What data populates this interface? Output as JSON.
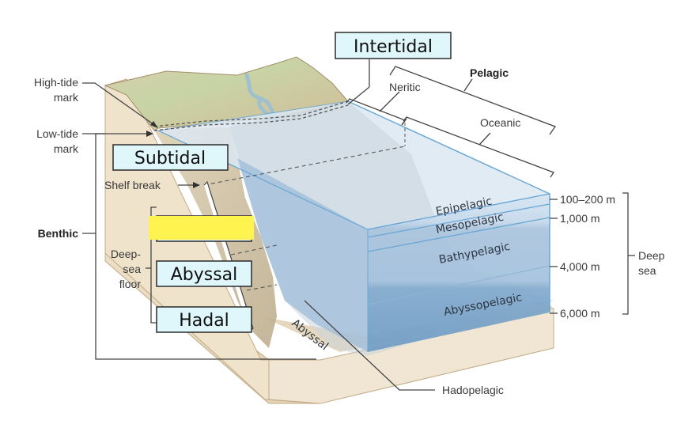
{
  "title": "Ocean zones block diagram",
  "colors": {
    "label_box_fill": "#dff6fb",
    "label_box_stroke": "#2b2b2b",
    "highlight": "#fff44f",
    "sand": "#e9dcc3",
    "sand_dark": "#d8c7a4",
    "land_green": "#c9d3a5",
    "water_light": "#dde9f3",
    "water_mid": "#a9c4dd",
    "water_deep": "#7ea7cb",
    "water_line": "#6aa7d6"
  },
  "label_boxes": {
    "intertidal": "Intertidal",
    "subtidal": "Subtidal",
    "bathyal_hidden": "",
    "abyssal": "Abyssal",
    "hadal": "Hadal"
  },
  "left_labels": {
    "high_tide": [
      "High-tide",
      "mark"
    ],
    "low_tide": [
      "Low-tide",
      "mark"
    ],
    "shelf_break": "Shelf break",
    "benthic": "Benthic",
    "deep_sea_floor": [
      "Deep-",
      "sea",
      "floor"
    ]
  },
  "top_labels": {
    "pelagic": "Pelagic",
    "neritic": "Neritic",
    "oceanic": "Oceanic"
  },
  "water_zones": {
    "epipelagic": "Epipelagic",
    "mesopelagic": "Mesopelagic",
    "bathypelagic": "Bathypelagic",
    "abyssopelagic": "Abyssopelagic",
    "hadopelagic": "Hadopelagic"
  },
  "floor_label": "Abyssal",
  "depths": {
    "d1": "100–200 m",
    "d2": "1,000 m",
    "d3": "4,000 m",
    "d4": "6,000 m",
    "deep_sea": [
      "Deep",
      "sea"
    ]
  }
}
